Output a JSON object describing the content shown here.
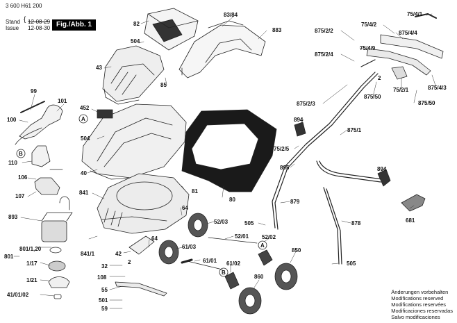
{
  "header": {
    "doc_number": "3 600 H61 200",
    "stand_label": "Stand",
    "issue_label": "Issue",
    "date_struck": "12-08-29",
    "date_current": "12-08-30",
    "figure_label": "Fig./Abb. 1"
  },
  "labels": {
    "l82": "82",
    "l8384": "83/84",
    "l883": "883",
    "l504a": "504",
    "l43": "43",
    "l85": "85",
    "l99": "99",
    "l101": "101",
    "l100": "100",
    "l452": "452",
    "lA1": "A",
    "l504b": "504",
    "lB1": "B",
    "l110": "110",
    "l40": "40",
    "l106": "106",
    "l107": "107",
    "l841": "841",
    "l81": "81",
    "l80": "80",
    "l893": "893",
    "l64a": "64",
    "l5203": "52/03",
    "l505a": "505",
    "l80120": "801/1,20",
    "l801": "801",
    "l117": "1/17",
    "l121": "1/21",
    "l410102": "41/01/02",
    "l8411": "841/1",
    "l42": "42",
    "l64b": "64",
    "l6103": "61/03",
    "l5201": "52/01",
    "l5202": "52/02",
    "lA2": "A",
    "l32": "32",
    "l2": "2",
    "l108": "108",
    "l6101": "61/01",
    "l6102": "61/02",
    "lB2": "B",
    "l55": "55",
    "l501": "501",
    "l59": "59",
    "l860": "860",
    "l850": "850",
    "l505b": "505",
    "l878": "878",
    "l879": "879",
    "l681": "681",
    "l894a": "894",
    "l894b": "894",
    "l8751": "875/1",
    "l7525": "75/2/5",
    "l895": "895",
    "l87522": "875/2/2",
    "l87524": "875/2/4",
    "l87523": "875/2/3",
    "l87550a": "875/50",
    "l87550b": "875/50",
    "l7541": "75/4/1",
    "l7542": "75/4/2",
    "l87544": "875/4/4",
    "l7549": "75/4/9",
    "l87543": "875/4/3",
    "l7521": "75/2/1",
    "l2b": "2"
  },
  "notes": {
    "line1": "Änderungen vorbehalten",
    "line2": "Modifications reserved",
    "line3": "Modifications reservées",
    "line4": "Modificaciones reservadas",
    "line5": "Salvo modificaciones"
  }
}
